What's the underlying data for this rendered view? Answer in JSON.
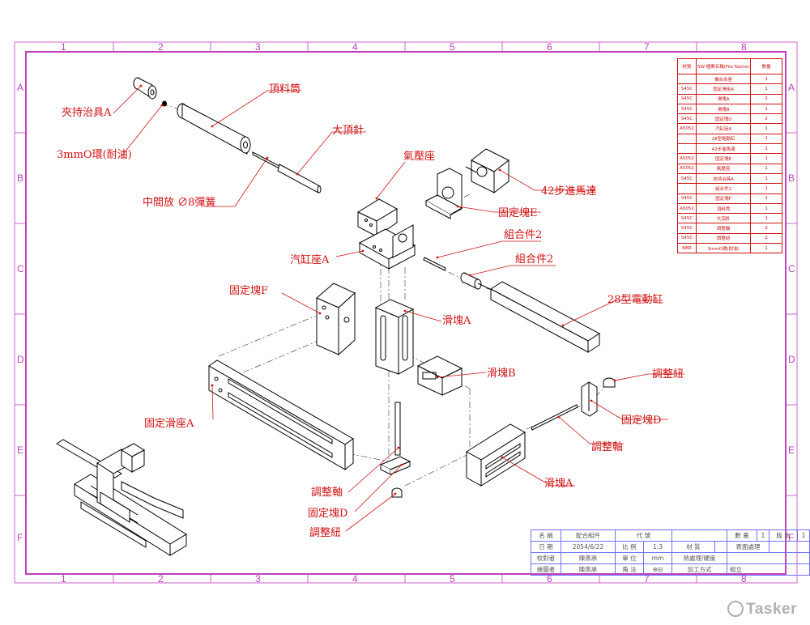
{
  "grid": {
    "columns": [
      "1",
      "2",
      "3",
      "4",
      "5",
      "6",
      "7",
      "8"
    ],
    "rows": [
      "A",
      "B",
      "C",
      "D",
      "E",
      "F"
    ]
  },
  "callouts": [
    {
      "id": "clamp-jig-a",
      "text": "夾持治具A"
    },
    {
      "id": "o-ring",
      "text": "3mmO環(耐油)"
    },
    {
      "id": "top-tube",
      "text": "頂料筒"
    },
    {
      "id": "big-pin",
      "text": "大頂針"
    },
    {
      "id": "spring",
      "text": "中間放 ∅8彈簧"
    },
    {
      "id": "air-seat",
      "text": "氣壓座"
    },
    {
      "id": "stepper-motor",
      "text": "42步進馬達"
    },
    {
      "id": "fixed-block-e",
      "text": "固定塊E"
    },
    {
      "id": "assembly-2a",
      "text": "組合件2"
    },
    {
      "id": "assembly-2b",
      "text": "組合件2"
    },
    {
      "id": "cylinder-seat-a",
      "text": "汽缸座A"
    },
    {
      "id": "fixed-block-f",
      "text": "固定塊F"
    },
    {
      "id": "electric-cylinder",
      "text": "28型電動缸"
    },
    {
      "id": "slider-a-top",
      "text": "滑塊A"
    },
    {
      "id": "slider-b",
      "text": "滑塊B"
    },
    {
      "id": "fixed-slide-seat-a",
      "text": "固定滑座A"
    },
    {
      "id": "adjust-nut-right",
      "text": "調整紐"
    },
    {
      "id": "fixed-block-d-right",
      "text": "固定塊D"
    },
    {
      "id": "adjust-shaft-right",
      "text": "調整軸"
    },
    {
      "id": "slider-a-bottom",
      "text": "滑塊A"
    },
    {
      "id": "adjust-shaft-bottom",
      "text": "調整軸"
    },
    {
      "id": "fixed-block-d-bottom",
      "text": "固定塊D"
    },
    {
      "id": "adjust-nut-bottom",
      "text": "調整紐"
    }
  ],
  "bom": {
    "headers": [
      "材質",
      "SW-檔案名稱(File Name)",
      "數量"
    ],
    "rows": [
      [
        "",
        "機台本座",
        "1"
      ],
      [
        "S45C",
        "固定滑座A",
        "1"
      ],
      [
        "S45C",
        "滑塊A",
        "2"
      ],
      [
        "S45C",
        "滑塊B",
        "1"
      ],
      [
        "S45C",
        "固定塊D",
        "2"
      ],
      [
        "A5052",
        "汽缸座A",
        "1"
      ],
      [
        "",
        "28型電動缸",
        "1"
      ],
      [
        "",
        "42步進馬達",
        "1"
      ],
      [
        "A5052",
        "固定塊E",
        "1"
      ],
      [
        "A5052",
        "氣壓座",
        "1"
      ],
      [
        "S45C",
        "夾持治具A",
        "1"
      ],
      [
        "",
        "組合件2",
        "1"
      ],
      [
        "S45C",
        "固定塊F",
        "1"
      ],
      [
        "A5052",
        "頂料筒",
        "1"
      ],
      [
        "S45C",
        "大頂針",
        "1"
      ],
      [
        "S45C",
        "調整軸",
        "2"
      ],
      [
        "S45C",
        "調整紐",
        "2"
      ],
      [
        "NBR",
        "3mmO環(耐油)",
        "1"
      ]
    ]
  },
  "title_block": {
    "name_label": "名 稱",
    "name_value": "配合組件",
    "code_label": "代 號",
    "qty_label": "數 量",
    "qty_value": "1",
    "version_label": "版 本",
    "version_value": "1",
    "date_label": "日 期",
    "date_value": "2054/6/22",
    "scale_label": "比 例",
    "scale_value": "1:3",
    "material_label": "材 質",
    "surface_label": "表面處理",
    "checker_label": "校對者",
    "checker_value": "陳燕承",
    "unit_label": "單 位",
    "unit_value": "mm",
    "heat_label": "熱處理/硬度",
    "drafter_label": "繪圖者",
    "drafter_value": "陳燕承",
    "proj_label": "角 法",
    "proj_value": "⊕⊟",
    "process_label": "加工方式",
    "process_value": "組立"
  },
  "watermark": "Tasker",
  "colors": {
    "border": "#c040c0",
    "callout": "#d01010",
    "line": "#000000",
    "title_block": "#7070ff"
  }
}
